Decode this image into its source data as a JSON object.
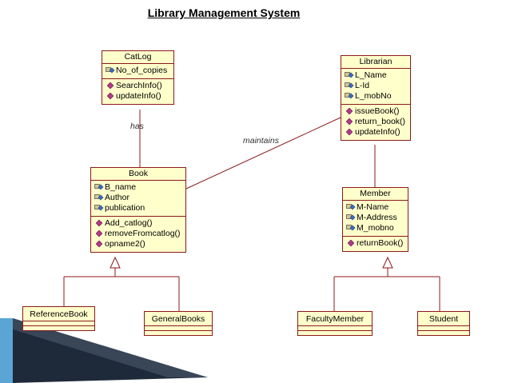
{
  "title": "Library Management System",
  "associations": {
    "has": "has",
    "maintains": "maintains"
  },
  "classes": {
    "catlog": {
      "name": "CatLog",
      "attributes": [
        "No_of_copies"
      ],
      "operations": [
        "SearchInfo()",
        "updateInfo()"
      ]
    },
    "librarian": {
      "name": "Librarian",
      "attributes": [
        "L_Name",
        "L-Id",
        "L_mobNo"
      ],
      "operations": [
        "issueBook()",
        "return_book()",
        "updateInfo()"
      ]
    },
    "book": {
      "name": "Book",
      "attributes": [
        "B_name",
        "Author",
        "publication"
      ],
      "operations": [
        "Add_catlog()",
        "removeFromcatlog()",
        "opname2()"
      ]
    },
    "member": {
      "name": "Member",
      "attributes": [
        "M-Name",
        "M-Address",
        "M_mobno"
      ],
      "operations": [
        "returnBook()"
      ]
    },
    "reference_book": {
      "name": "ReferenceBook"
    },
    "general_books": {
      "name": "GeneralBooks"
    },
    "faculty_member": {
      "name": "FacultyMember"
    },
    "student": {
      "name": "Student"
    }
  },
  "colors": {
    "class_fill": "#ffffcc",
    "class_border": "#8b1a1a",
    "line": "#8b1a1a",
    "slide_accent_dark": "#1e2a3a",
    "slide_accent_blue": "#5aa5d6"
  }
}
